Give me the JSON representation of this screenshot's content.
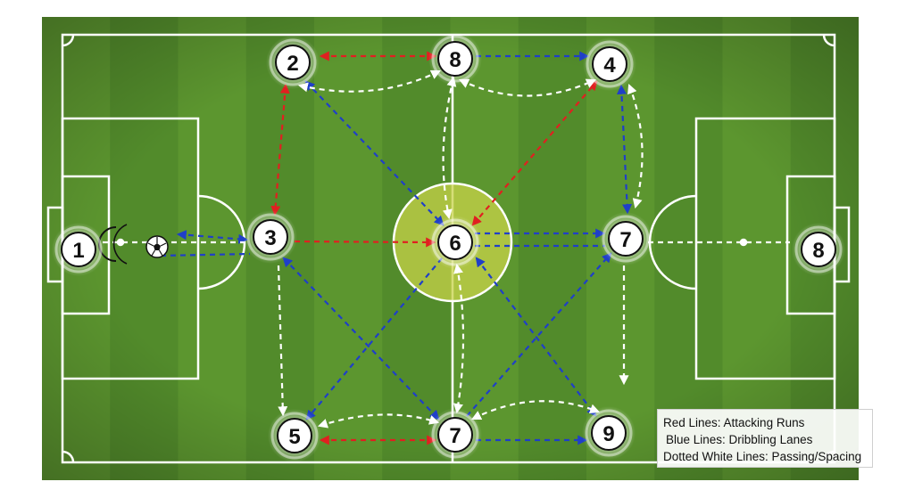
{
  "legend": {
    "red": "Red Lines: Attacking Runs",
    "blue": "Blue Lines: Dribbling Lanes",
    "white": "Dotted White Lines: Passing/Spacing"
  },
  "players": [
    {
      "id": "p1",
      "label": "1"
    },
    {
      "id": "p2",
      "label": "2"
    },
    {
      "id": "p8top",
      "label": "8"
    },
    {
      "id": "p4",
      "label": "4"
    },
    {
      "id": "p3",
      "label": "3"
    },
    {
      "id": "p6",
      "label": "6"
    },
    {
      "id": "p7right",
      "label": "7"
    },
    {
      "id": "p8right",
      "label": "8"
    },
    {
      "id": "p5",
      "label": "5"
    },
    {
      "id": "p7bottom",
      "label": "7"
    },
    {
      "id": "p9",
      "label": "9"
    }
  ],
  "colors": {
    "grass_light": "#6aa03a",
    "grass_dark": "#4f8a2c",
    "red_line": "#e02020",
    "blue_line": "#1f3fc8",
    "white_line": "#ffffff",
    "center_circle_fill": "#c8d34a"
  },
  "ball_icon": "soccer-ball-icon"
}
